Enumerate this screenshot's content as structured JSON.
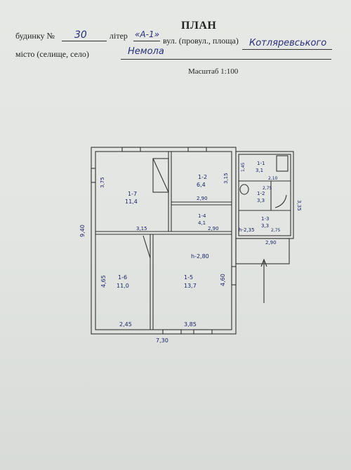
{
  "header": {
    "title": "ПЛАН",
    "building_label": "будинку №",
    "building_number": "30",
    "liter_label": "літер",
    "liter_value": "«А-1»",
    "street_label": "вул. (провул., площа)",
    "street_value": "Котляревського",
    "city_label": "місто (селище, село)",
    "city_value": "Немола",
    "scale": "Масштаб 1:100"
  },
  "plan": {
    "rooms": [
      {
        "id": "1-7",
        "area": "11,4"
      },
      {
        "id": "1-2",
        "area": "6,4"
      },
      {
        "id": "1-4",
        "area": "4,1"
      },
      {
        "id": "1-1",
        "area": "3,1"
      },
      {
        "id": "1-2",
        "area": "3,3"
      },
      {
        "id": "1-3",
        "area": "3,3"
      },
      {
        "id": "1-6",
        "area": "11,0"
      },
      {
        "id": "1-5",
        "area": "13,7"
      }
    ],
    "dimensions": {
      "overall_height": "9,40",
      "overall_width": "7,30",
      "r17_height": "3,75",
      "r17_width": "3,15",
      "r12_depth": "3,15",
      "r12_width": "2,90",
      "r14_width": "2,90",
      "r11_depth": "1,45",
      "r11_width": "2,10",
      "wet_width": "2,75",
      "right_depth": "3,35",
      "r13_width": "2,75",
      "ceiling_left": "h-2,35",
      "ceiling_main": "h-2,80",
      "porch_width": "2,90",
      "r16_height": "4,65",
      "r16_width": "2,45",
      "r15_height": "4,60",
      "r15_width": "3,85"
    }
  }
}
